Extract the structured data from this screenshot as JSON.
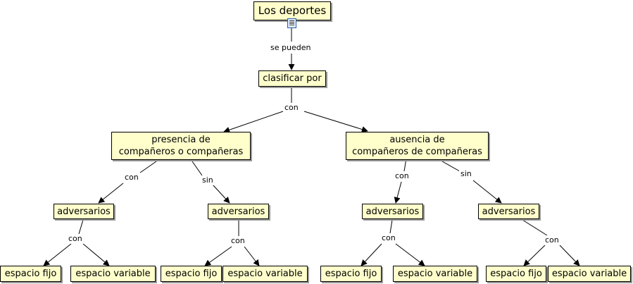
{
  "root": "Los deportes",
  "l1": "se pueden",
  "clasificar": "clasificar por",
  "l2": "con",
  "presencia": [
    "presencia de",
    "compañeros o compañeras"
  ],
  "ausencia": [
    "ausencia de",
    "compañeros de compañeras"
  ],
  "lbl_con": "con",
  "lbl_sin": "sin",
  "adversarios": "adversarios",
  "espacio_fijo": "espacio fijo",
  "espacio_variable": "espacio variable"
}
